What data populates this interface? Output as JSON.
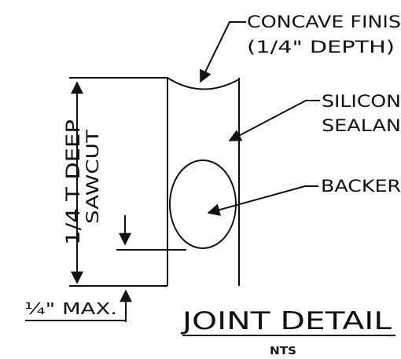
{
  "labels": {
    "concave_finish_line1": "CONCAVE FINIS",
    "concave_finish_line2": "(1/4\" DEPTH)",
    "silicone_line1": "SILICON",
    "silicone_line2": "SEALAN",
    "backer": "BACKER",
    "dimension_line1": "1/4 T DEEP",
    "dimension_line2": "SAWCUT",
    "max_gap": "¼\" MAX.",
    "detail_title": "JOINT DETAIL",
    "detail_scale": "NTS"
  },
  "colors": {
    "ink": "#111111",
    "background": "#ffffff"
  }
}
